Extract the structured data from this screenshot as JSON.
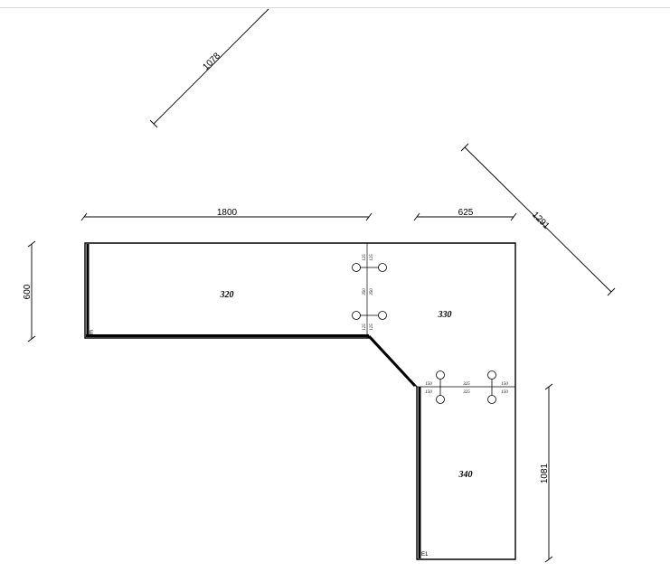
{
  "dimensions": {
    "top_diagonal": "1078",
    "top_width": "1800",
    "right_top_width": "625",
    "right_diagonal": "1291",
    "left_height": "600",
    "right_height": "1081"
  },
  "parts": {
    "left": "320",
    "corner": "330",
    "bottom": "340"
  },
  "joint_labels": {
    "vertical_seam": [
      "125",
      "125",
      "350",
      "350",
      "125",
      "125"
    ],
    "horizontal_seam": [
      "150",
      "150",
      "325",
      "325",
      "150",
      "150"
    ]
  },
  "edge_marks": {
    "left_mark": "E",
    "bottom_mark": "E1"
  }
}
